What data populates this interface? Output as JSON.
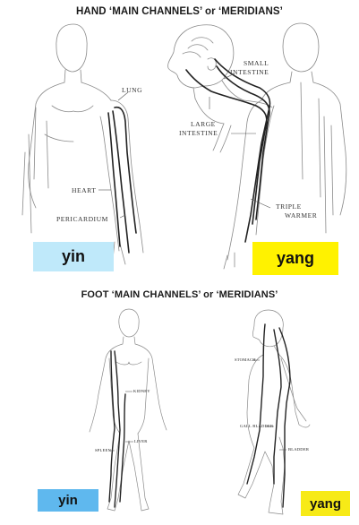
{
  "titles": {
    "hand": "HAND  ‘MAIN CHANNELS’ or ‘MERIDIANS’",
    "foot": "FOOT ‘MAIN CHANNELS’ or ‘MERIDIANS’"
  },
  "hand_labels": {
    "lung": "LUNG",
    "heart": "HEART",
    "pericardium": "PERICARDIUM",
    "small_intestine_1": "SMALL",
    "small_intestine_2": "INTESTINE",
    "large_intestine_1": "LARGE",
    "large_intestine_2": "INTESTINE",
    "triple_warmer_1": "TRIPLE",
    "triple_warmer_2": "WARMER"
  },
  "foot_labels": {
    "kidney": "KIDNEY",
    "liver": "LIVER",
    "spleen": "SPLEEN",
    "stomach": "STOMACH",
    "gall_bladder": "GALL BLADDER",
    "bladder": "BLADDER"
  },
  "badges": {
    "hand_yin": "yin",
    "hand_yang": "yang",
    "foot_yin": "yin",
    "foot_yang": "yang"
  },
  "colors": {
    "yin": "#bfe9fa",
    "yang": "#fff200",
    "foot_yin": "#5fb8ee",
    "foot_yang": "#f7ea17"
  }
}
